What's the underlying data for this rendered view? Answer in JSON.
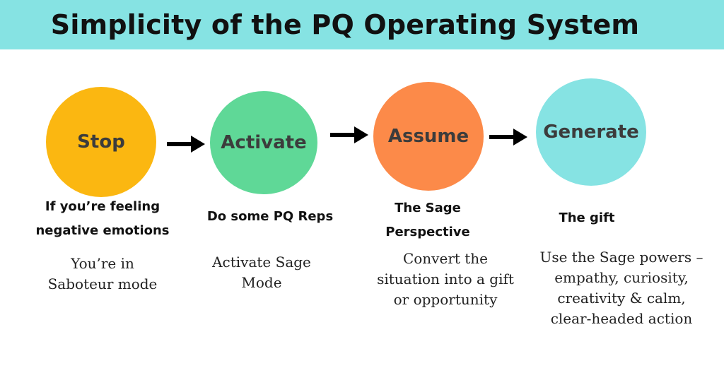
{
  "title": "Simplicity of the PQ Operating System",
  "colors": {
    "banner": "#86e3e3",
    "stop": "#fbb711",
    "activate": "#5fd897",
    "assume": "#fc8a49",
    "generate": "#86e3e3",
    "arrow": "#000000"
  },
  "steps": [
    {
      "label": "Stop",
      "heading": [
        "If you’re feeling",
        "negative emotions"
      ],
      "description": [
        "You’re in",
        "Saboteur mode"
      ]
    },
    {
      "label": "Activate",
      "heading": [
        "Do some PQ Reps"
      ],
      "description": [
        "Activate Sage",
        "Mode"
      ]
    },
    {
      "label": "Assume",
      "heading": [
        "The Sage",
        "Perspective"
      ],
      "description": [
        "Convert the",
        "situation into a gift",
        "or opportunity"
      ]
    },
    {
      "label": "Generate",
      "heading": [
        "The gift"
      ],
      "description": [
        "Use the Sage powers –",
        "empathy, curiosity,",
        "creativity & calm,",
        "clear-headed action"
      ]
    }
  ]
}
